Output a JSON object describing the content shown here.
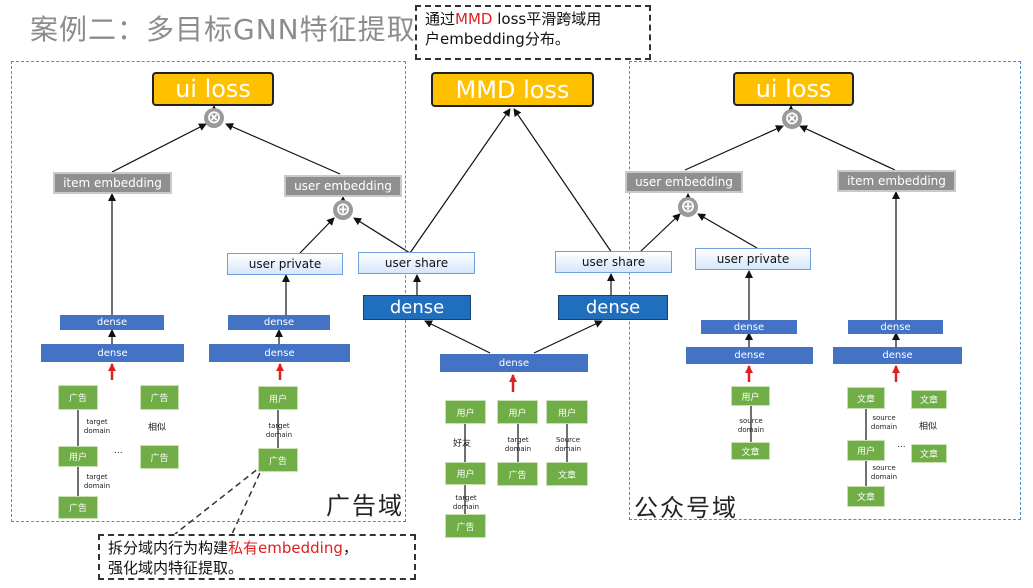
{
  "title": "案例二：多目标GNN特征提取",
  "callout_top": {
    "line1_pre": "通过",
    "line1_red": "MMD",
    "line1_post": " loss平滑跨域用",
    "line2": "户embedding分布。"
  },
  "callout_bottom": {
    "line1_pre": "拆分域内行为构建",
    "line1_red": "私有embedding",
    "line1_post": "，",
    "line2": "强化域内特征提取。"
  },
  "losses": {
    "left": "ui loss",
    "center": "MMD loss",
    "right": "ui loss"
  },
  "ops": {
    "multiply": "⊗",
    "plus": "⊕"
  },
  "embeddings": {
    "item_embedding": "item embedding",
    "user_embedding": "user embedding"
  },
  "blocks": {
    "user_private": "user private",
    "user_share": "user share",
    "dense": "dense"
  },
  "nodes": {
    "ad": "广告",
    "user": "用户",
    "article": "文章"
  },
  "edge_labels": {
    "target_domain": "target domain",
    "source_domain": "source domain",
    "similar": "相似",
    "friend": "好友",
    "ellipsis": "...",
    "Source_domain": "Source domain"
  },
  "region_labels": {
    "ad_domain": "广告域",
    "official_domain": "公众号域"
  },
  "colors": {
    "accent_red": "#e01f1f",
    "loss": "#ffc000",
    "dense": "#1f6fbd",
    "node_green": "#70ad47",
    "region_border": "#4a8fd0"
  }
}
